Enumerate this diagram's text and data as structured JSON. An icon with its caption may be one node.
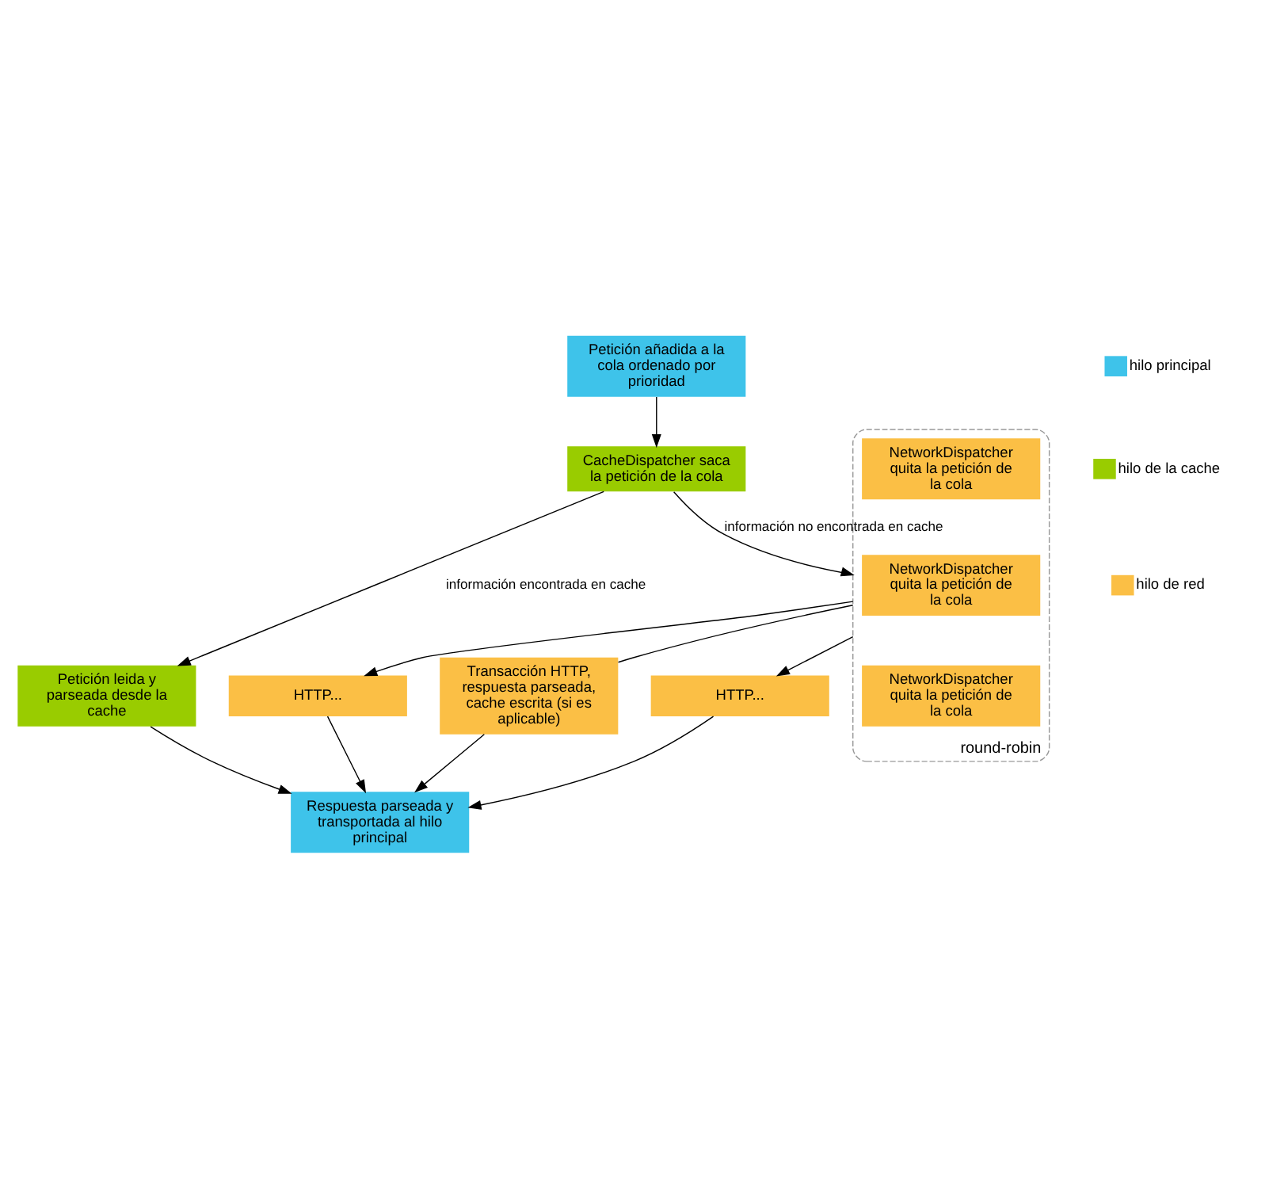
{
  "diagram": {
    "nodes": [
      {
        "text": [
          "Petición añadida a la cola ordenado por prioridad"
        ]
      },
      {
        "text": [
          "CacheDispatcher saca la petición de la cola"
        ]
      },
      {
        "text": [
          "Petición leida y parseada desde la cache"
        ]
      },
      {
        "text": [
          "Respuesta parseada y transportada al hilo principal"
        ]
      },
      {
        "text": [],
        "shape": "box",
        "beside": [
          "round-robin"
        ]
      },
      {
        "text": [
          "NetworkDispatcher quita la petición de la cola"
        ],
        "in": 4
      },
      {
        "text": [
          "NetworkDispatcher quita la petición de la cola"
        ],
        "in": 4
      },
      {
        "text": [
          "NetworkDispatcher quita la petición de la cola"
        ],
        "in": 4
      },
      {
        "text": [
          "HTTP..."
        ]
      },
      {
        "text": [
          "Transacción HTTP, respuesta parseada, cache escrita (si es aplicable)"
        ]
      },
      {
        "text": [
          "HTTP..."
        ]
      }
    ],
    "edges": [
      {
        "from": 0,
        "to": 1,
        "arrow": "to"
      },
      {
        "from": 1,
        "to": 2,
        "arrow": "to",
        "label": "información encontrada en cache"
      },
      {
        "from": 2,
        "to": 3,
        "arrow": "to"
      },
      {
        "from": 1,
        "to": 4,
        "arrow": "to",
        "label": "información no encontrada en cache"
      },
      {
        "from": 4,
        "to": 8,
        "arrow": "to"
      },
      {
        "from": 4,
        "to": 9,
        "arrow": "none"
      },
      {
        "from": 4,
        "to": 10,
        "arrow": "to"
      },
      {
        "from": 8,
        "to": 3,
        "arrow": "to"
      },
      {
        "from": 9,
        "to": 3,
        "arrow": "to"
      },
      {
        "from": 10,
        "to": 3,
        "arrow": "to"
      }
    ],
    "legend": [
      {
        "text": "hilo principal",
        "color": "#3ec3ea"
      },
      {
        "text": "hilo de la cache",
        "color": "#99cc00"
      },
      {
        "text": "hilo de red",
        "color": "#fbbf45"
      }
    ]
  }
}
